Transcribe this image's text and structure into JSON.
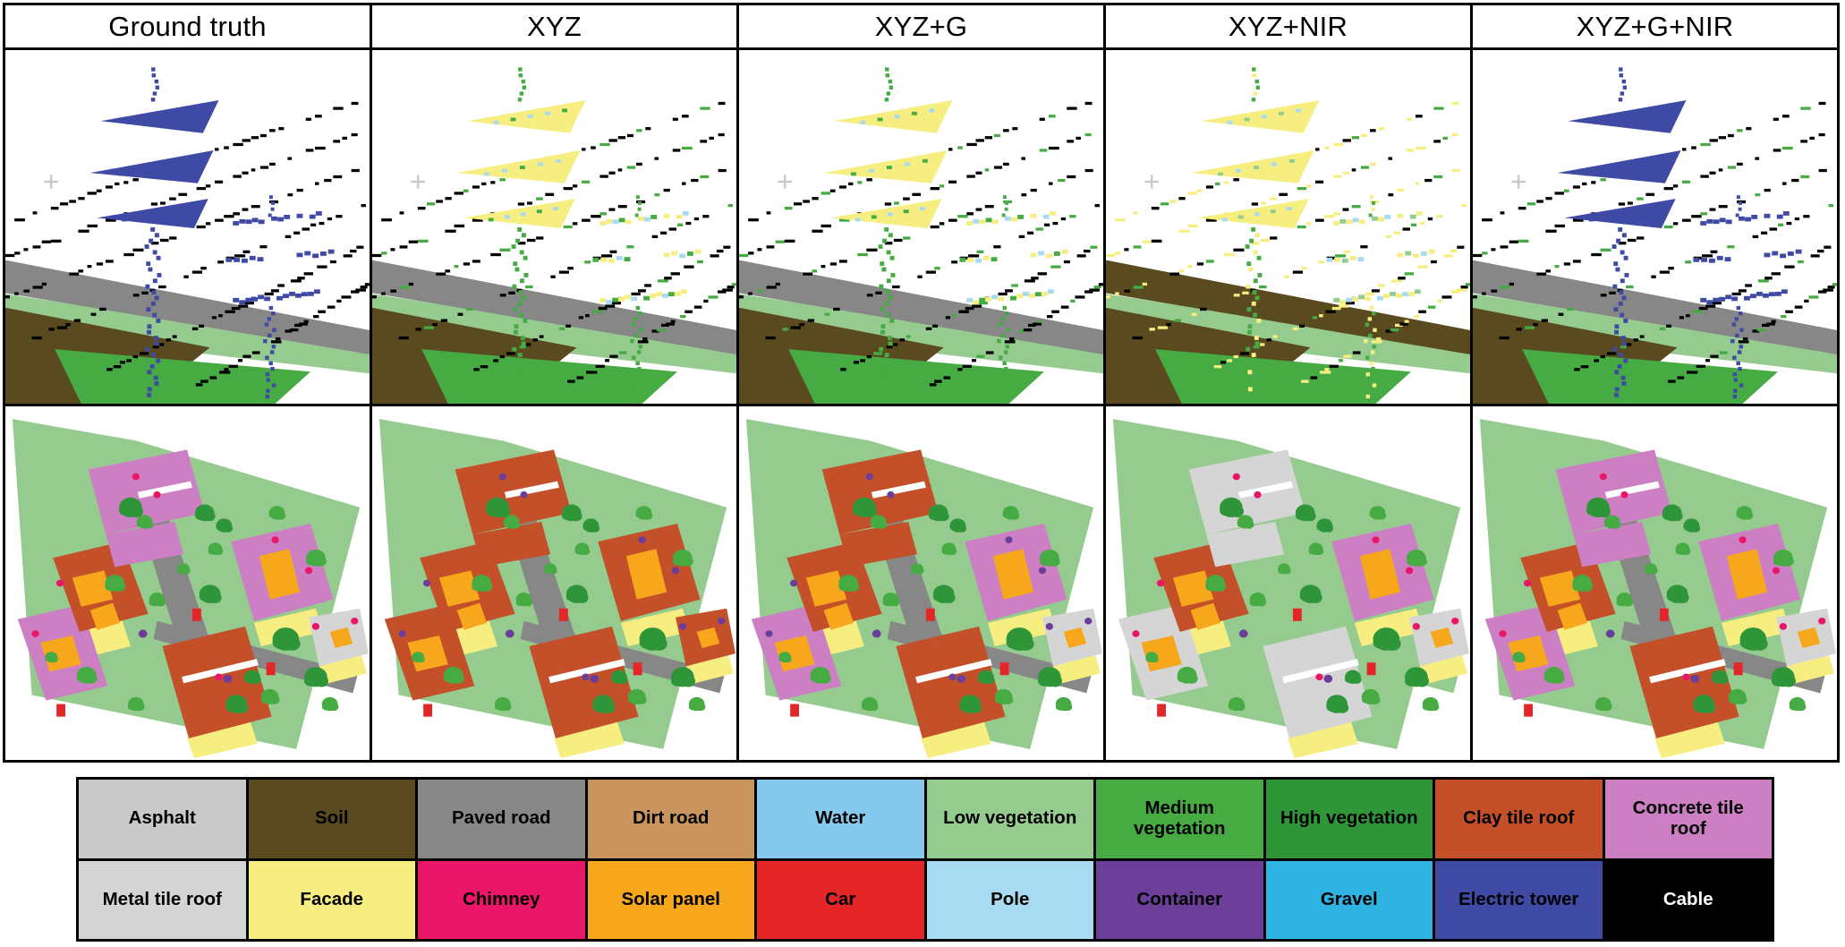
{
  "figure": {
    "columns": [
      {
        "label": "Ground truth"
      },
      {
        "label": "XYZ"
      },
      {
        "label": "XYZ+G"
      },
      {
        "label": "XYZ+NIR"
      },
      {
        "label": "XYZ+G+NIR"
      }
    ],
    "row_count": 2
  },
  "classes": {
    "asphalt": "#c9c9c9",
    "soil": "#5a4a1f",
    "paved_road": "#878787",
    "dirt_road": "#c9945e",
    "water": "#85c9ec",
    "low_vegetation": "#96cb90",
    "medium_vegetation": "#46ab43",
    "high_vegetation": "#2e9639",
    "clay_tile_roof": "#c35029",
    "concrete_tile_roof": "#cc7fc2",
    "metal_tile_roof": "#d5d5d5",
    "facade": "#f6ee80",
    "chimney": "#ea1667",
    "solar_panel": "#f6a71b",
    "car": "#e52628",
    "pole": "#a8daf2",
    "container": "#6b3f99",
    "gravel": "#2fb3e2",
    "electric_tower": "#3f4aa5",
    "cable": "#000000"
  },
  "legend": {
    "rows": [
      [
        {
          "label": "Asphalt",
          "class": "asphalt"
        },
        {
          "label": "Soil",
          "class": "soil"
        },
        {
          "label": "Paved road",
          "class": "paved_road"
        },
        {
          "label": "Dirt road",
          "class": "dirt_road"
        },
        {
          "label": "Water",
          "class": "water"
        },
        {
          "label": "Low vegetation",
          "class": "low_vegetation"
        },
        {
          "label": "Medium vegetation",
          "class": "medium_vegetation"
        },
        {
          "label": "High vegetation",
          "class": "high_vegetation"
        },
        {
          "label": "Clay tile roof",
          "class": "clay_tile_roof"
        },
        {
          "label": "Concrete tile roof",
          "class": "concrete_tile_roof"
        }
      ],
      [
        {
          "label": "Metal tile roof",
          "class": "metal_tile_roof"
        },
        {
          "label": "Facade",
          "class": "facade"
        },
        {
          "label": "Chimney",
          "class": "chimney"
        },
        {
          "label": "Solar panel",
          "class": "solar_panel"
        },
        {
          "label": "Car",
          "class": "car"
        },
        {
          "label": "Pole",
          "class": "pole"
        },
        {
          "label": "Container",
          "class": "container"
        },
        {
          "label": "Gravel",
          "class": "gravel"
        },
        {
          "label": "Electric tower",
          "class": "electric_tower"
        },
        {
          "label": "Cable",
          "class": "cable"
        }
      ]
    ]
  },
  "scene_roles": {
    "A": {
      "cable": [
        [
          "cable"
        ],
        [
          "cable",
          "cable",
          "cable",
          "medium_vegetation"
        ],
        [
          "cable",
          "cable",
          "medium_vegetation",
          "cable"
        ],
        [
          "facade",
          "facade",
          "cable",
          "medium_vegetation",
          "facade",
          "cable"
        ],
        [
          "cable",
          "cable",
          "cable",
          "medium_vegetation"
        ]
      ],
      "tower_arm": [
        [
          "electric_tower"
        ],
        [
          "facade"
        ],
        [
          "facade"
        ],
        [
          "facade"
        ],
        [
          "electric_tower"
        ]
      ],
      "arm_accent": [
        [
          "electric_tower"
        ],
        [
          "pole",
          "medium_vegetation",
          "pole"
        ],
        [
          "pole",
          "medium_vegetation"
        ],
        [
          "pole",
          "low_vegetation"
        ],
        [
          "electric_tower"
        ]
      ],
      "tower_body": [
        [
          "electric_tower"
        ],
        [
          "medium_vegetation"
        ],
        [
          "medium_vegetation"
        ],
        [
          "medium_vegetation",
          "facade",
          "medium_vegetation"
        ],
        [
          "electric_tower"
        ]
      ],
      "tower2_arm": [
        [
          "electric_tower"
        ],
        [
          "facade",
          "facade",
          "pole",
          "medium_vegetation"
        ],
        [
          "facade",
          "pole",
          "facade",
          "medium_vegetation"
        ],
        [
          "facade",
          "low_vegetation",
          "facade",
          "pole"
        ],
        [
          "electric_tower"
        ]
      ],
      "tower2_body": [
        [
          "electric_tower"
        ],
        [
          "medium_vegetation"
        ],
        [
          "medium_vegetation"
        ],
        [
          "facade",
          "medium_vegetation"
        ],
        [
          "electric_tower"
        ]
      ],
      "road": [
        [
          "paved_road"
        ],
        [
          "paved_road"
        ],
        [
          "paved_road"
        ],
        [
          "soil"
        ],
        [
          "paved_road"
        ]
      ],
      "low_band": [
        [
          "low_vegetation"
        ],
        [
          "low_vegetation"
        ],
        [
          "low_vegetation"
        ],
        [
          "low_vegetation"
        ],
        [
          "low_vegetation"
        ]
      ],
      "soil_wedge": [
        [
          "soil"
        ],
        [
          "soil"
        ],
        [
          "soil"
        ],
        [
          "soil"
        ],
        [
          "soil"
        ]
      ],
      "med_blob": [
        [
          "medium_vegetation"
        ],
        [
          "medium_vegetation"
        ],
        [
          "medium_vegetation"
        ],
        [
          "medium_vegetation"
        ],
        [
          "medium_vegetation"
        ]
      ],
      "marker": [
        [
          "asphalt"
        ],
        [
          "asphalt"
        ],
        [
          "asphalt"
        ],
        [
          "asphalt"
        ],
        [
          "asphalt"
        ]
      ]
    },
    "B": {
      "patch": [
        [
          "low_vegetation"
        ],
        [
          "low_vegetation"
        ],
        [
          "low_vegetation"
        ],
        [
          "low_vegetation"
        ],
        [
          "low_vegetation"
        ]
      ],
      "road": [
        [
          "paved_road"
        ],
        [
          "paved_road"
        ],
        [
          "paved_road"
        ],
        [
          "low_vegetation"
        ],
        [
          "paved_road"
        ]
      ],
      "road_remnant": [
        [
          "paved_road"
        ],
        [
          "paved_road"
        ],
        [
          "paved_road"
        ],
        [
          "paved_road"
        ],
        [
          "paved_road"
        ]
      ],
      "houseA": [
        [
          "concrete_tile_roof"
        ],
        [
          "clay_tile_roof"
        ],
        [
          "clay_tile_roof"
        ],
        [
          "metal_tile_roof"
        ],
        [
          "concrete_tile_roof"
        ]
      ],
      "houseB": [
        [
          "clay_tile_roof"
        ],
        [
          "clay_tile_roof"
        ],
        [
          "clay_tile_roof"
        ],
        [
          "clay_tile_roof"
        ],
        [
          "clay_tile_roof"
        ]
      ],
      "houseC": [
        [
          "concrete_tile_roof"
        ],
        [
          "clay_tile_roof"
        ],
        [
          "concrete_tile_roof"
        ],
        [
          "metal_tile_roof"
        ],
        [
          "concrete_tile_roof"
        ]
      ],
      "houseD": [
        [
          "clay_tile_roof"
        ],
        [
          "clay_tile_roof"
        ],
        [
          "clay_tile_roof"
        ],
        [
          "metal_tile_roof"
        ],
        [
          "clay_tile_roof"
        ]
      ],
      "houseE": [
        [
          "concrete_tile_roof"
        ],
        [
          "clay_tile_roof"
        ],
        [
          "concrete_tile_roof"
        ],
        [
          "concrete_tile_roof"
        ],
        [
          "concrete_tile_roof"
        ]
      ],
      "houseF": [
        [
          "metal_tile_roof"
        ],
        [
          "clay_tile_roof"
        ],
        [
          "metal_tile_roof"
        ],
        [
          "metal_tile_roof"
        ],
        [
          "metal_tile_roof"
        ]
      ],
      "solar": [
        [
          "solar_panel"
        ],
        [
          "solar_panel"
        ],
        [
          "solar_panel"
        ],
        [
          "solar_panel"
        ],
        [
          "solar_panel"
        ]
      ],
      "facade": [
        [
          "facade"
        ],
        [
          "facade"
        ],
        [
          "facade"
        ],
        [
          "facade"
        ],
        [
          "facade"
        ]
      ],
      "tree_med": [
        [
          "medium_vegetation"
        ],
        [
          "medium_vegetation"
        ],
        [
          "medium_vegetation"
        ],
        [
          "medium_vegetation"
        ],
        [
          "medium_vegetation"
        ]
      ],
      "tree_high": [
        [
          "high_vegetation"
        ],
        [
          "high_vegetation"
        ],
        [
          "high_vegetation"
        ],
        [
          "high_vegetation"
        ],
        [
          "high_vegetation"
        ]
      ],
      "car": [
        [
          "car"
        ],
        [
          "car"
        ],
        [
          "car"
        ],
        [
          "car"
        ],
        [
          "car"
        ]
      ],
      "chimney": [
        [
          "chimney"
        ],
        [
          "container"
        ],
        [
          "container"
        ],
        [
          "chimney"
        ],
        [
          "chimney"
        ]
      ],
      "container": [
        [
          "container"
        ],
        [
          "container"
        ],
        [
          "container"
        ],
        [
          "container"
        ],
        [
          "container"
        ]
      ]
    }
  }
}
